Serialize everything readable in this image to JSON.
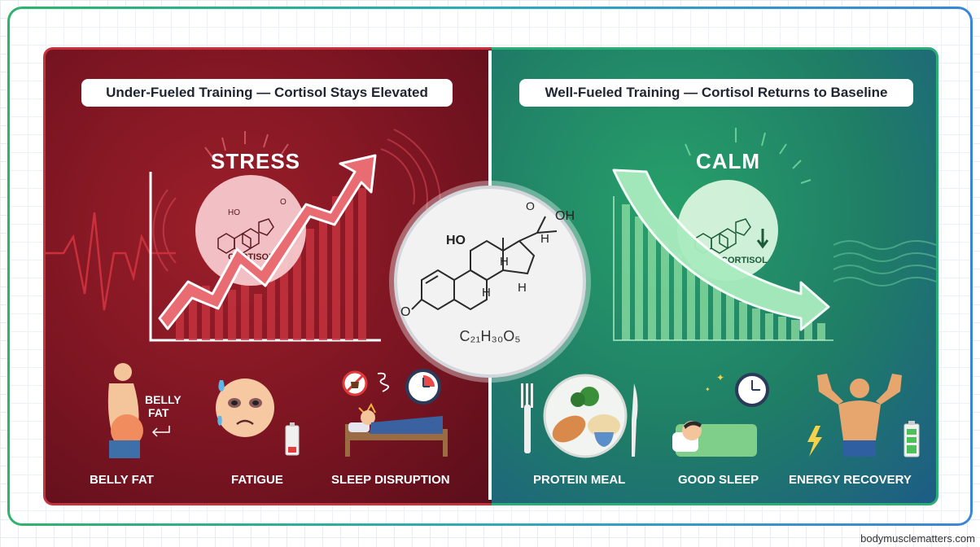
{
  "left_panel": {
    "title": "Under-Fueled Training — Cortisol Stays Elevated",
    "big_word": "STRESS",
    "molecule_label": "CORTISOL",
    "belly_annotation_line1": "BELLY",
    "belly_annotation_line2": "FAT",
    "items": [
      {
        "label": "BELLY FAT"
      },
      {
        "label": "FATIGUE"
      },
      {
        "label": "SLEEP DISRUPTION"
      }
    ]
  },
  "right_panel": {
    "title": "Well-Fueled Training — Cortisol Returns to Baseline",
    "big_word": "CALM",
    "molecule_label": "CORTISOL",
    "items": [
      {
        "label": "PROTEIN MEAL"
      },
      {
        "label": "GOOD SLEEP"
      },
      {
        "label": "ENERGY RECOVERY"
      }
    ]
  },
  "center": {
    "formula": "C₂₁H₃₀O₅",
    "atom_labels": {
      "oh_top": "OH",
      "o_top": "O",
      "ho": "HO",
      "h_right": "H",
      "h1": "H",
      "h2": "H",
      "h3": "H",
      "o_left": "O"
    }
  },
  "mini_molecule": {
    "ho": "HO",
    "o": "O"
  },
  "watermark": "bodymusclematters.com",
  "colors": {
    "stress_red": "#9c1f2a",
    "calm_green": "#27a06a",
    "frame_gradient_start": "#2fb36b",
    "frame_gradient_end": "#3b86d6"
  },
  "icons": [
    "pulse-line-icon",
    "stress-arrow-icon",
    "calm-arrow-icon",
    "belly-fat-person-icon",
    "tired-face-icon",
    "low-battery-icon",
    "no-caffeine-icon",
    "clock-icon",
    "sleeping-person-icon",
    "protein-plate-icon",
    "moon-stars-icon",
    "muscular-person-icon",
    "lightning-icon",
    "full-battery-icon"
  ]
}
